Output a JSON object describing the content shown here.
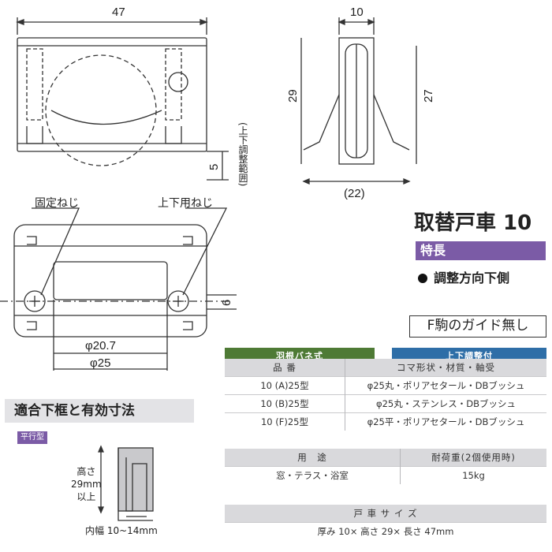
{
  "drawing": {
    "dim_width": "47",
    "dim_thickness": "10",
    "dim_height_outer": "29",
    "dim_height_inner": "27",
    "dim_span": "(22)",
    "dim_adjust": "5",
    "adjust_range": "(上下調整範囲)",
    "fixed_screw": "固定ねじ",
    "adjust_screw": "上下用ねじ",
    "dim_screw": "6",
    "dim_d1": "φ20.7",
    "dim_d2": "φ25"
  },
  "product": {
    "title": "取替戸車 10",
    "features_heading": "特長",
    "feature_1": "調整方向下側",
    "guide_note": "F駒のガイド無し"
  },
  "badges": {
    "spring": "羽根バネ式",
    "adjust": "上下調整付"
  },
  "spec_table": {
    "headers": [
      "品 番",
      "コマ形状・材質・軸受"
    ],
    "rows": [
      [
        "10 (A)25型",
        "φ25丸・ポリアセタール・DBブッシュ"
      ],
      [
        "10 (B)25型",
        "φ25丸・ステンレス・DBブッシュ"
      ],
      [
        "10 (F)25型",
        "φ25平・ポリアセタール・DBブッシュ"
      ]
    ]
  },
  "usage_table": {
    "headers": [
      "用　途",
      "耐荷重(2個使用時)"
    ],
    "row": [
      "窓・テラス・浴室",
      "15kg"
    ]
  },
  "size_table": {
    "header": "戸 車 サ イ ズ",
    "value": "厚み 10× 高さ 29× 長さ 47mm"
  },
  "frame": {
    "heading": "適合下框と有効寸法",
    "type_tag": "平行型",
    "height_label_1": "高さ",
    "height_label_2": "29mm",
    "height_label_3": "以上",
    "width_label": "内幅 10~14mm"
  },
  "colors": {
    "purple": "#7b5ba6",
    "green": "#4e7a35",
    "blue": "#2e6ea7"
  }
}
